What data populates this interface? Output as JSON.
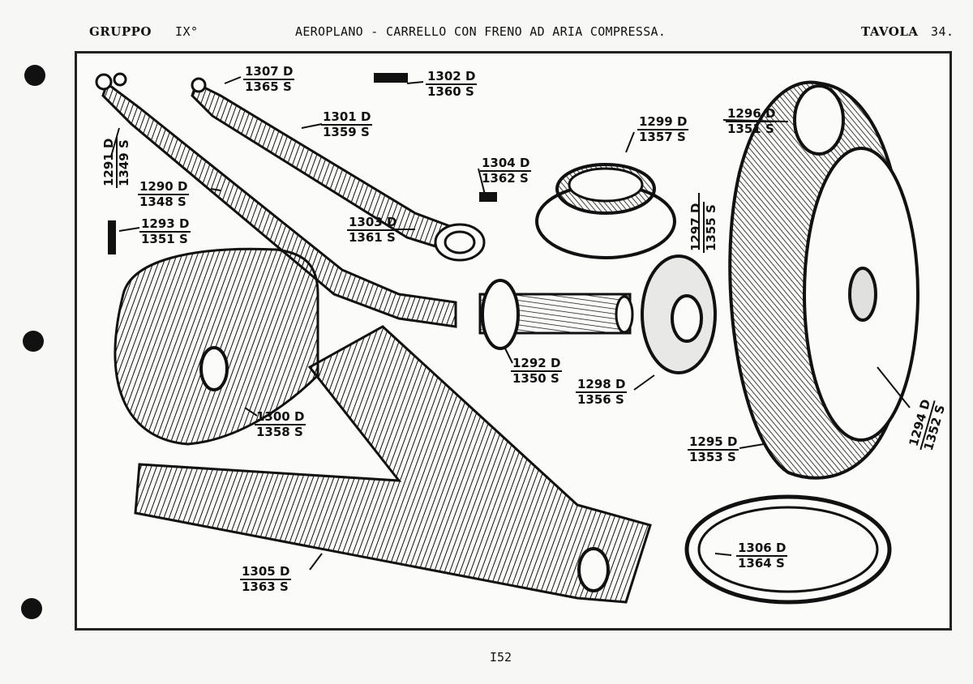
{
  "header": {
    "gruppo_label": "GRUPPO",
    "gruppo_number": "IX°",
    "title": "AEROPLANO - CARRELLO CON FRENO AD ARIA COMPRESSA.",
    "tavola_label": "TAVOLA",
    "tavola_number": "34."
  },
  "parts": [
    {
      "d": "1307 D",
      "s": "1365 S"
    },
    {
      "d": "1302 D",
      "s": "1360 S"
    },
    {
      "d": "1301 D",
      "s": "1359 S"
    },
    {
      "d": "1299 D",
      "s": "1357 S"
    },
    {
      "d": "1296 D",
      "s": "1351 S"
    },
    {
      "d": "1291 D",
      "s": "1349 S"
    },
    {
      "d": "1290 D",
      "s": "1348 S"
    },
    {
      "d": "1304 D",
      "s": "1362 S"
    },
    {
      "d": "1293 D",
      "s": "1351 S"
    },
    {
      "d": "1303 D",
      "s": "1361 S"
    },
    {
      "d": "1297 D",
      "s": "1355 S"
    },
    {
      "d": "1292 D",
      "s": "1350 S"
    },
    {
      "d": "1298 D",
      "s": "1356 S"
    },
    {
      "d": "1300 D",
      "s": "1358 S"
    },
    {
      "d": "1295 D",
      "s": "1353 S"
    },
    {
      "d": "1294 D",
      "s": "1352 S"
    },
    {
      "d": "1306 D",
      "s": "1364 S"
    },
    {
      "d": "1305 D",
      "s": "1363 S"
    }
  ],
  "footer": {
    "page_number": "I52"
  }
}
